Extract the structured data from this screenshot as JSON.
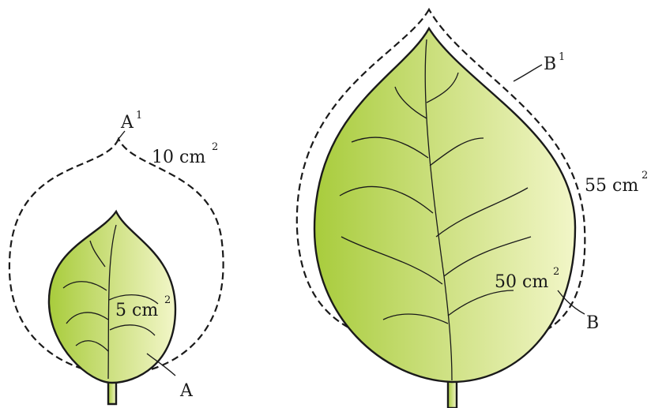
{
  "small_leaf": {
    "area_value": "5",
    "area_unit": "cm",
    "area_exponent": "2",
    "grown_area_value": "10",
    "grown_area_unit": "cm",
    "grown_area_exponent": "2",
    "label": "A",
    "grown_label": "A",
    "grown_label_superscript": "1"
  },
  "large_leaf": {
    "area_value": "50",
    "area_unit": "cm",
    "area_exponent": "2",
    "grown_area_value": "55",
    "grown_area_unit": "cm",
    "grown_area_exponent": "2",
    "label": "B",
    "grown_label": "B",
    "grown_label_superscript": "1"
  },
  "colors": {
    "leaf_dark": "#a8cc3c",
    "leaf_light": "#f2f6c8",
    "ink": "#1a1a1a"
  }
}
